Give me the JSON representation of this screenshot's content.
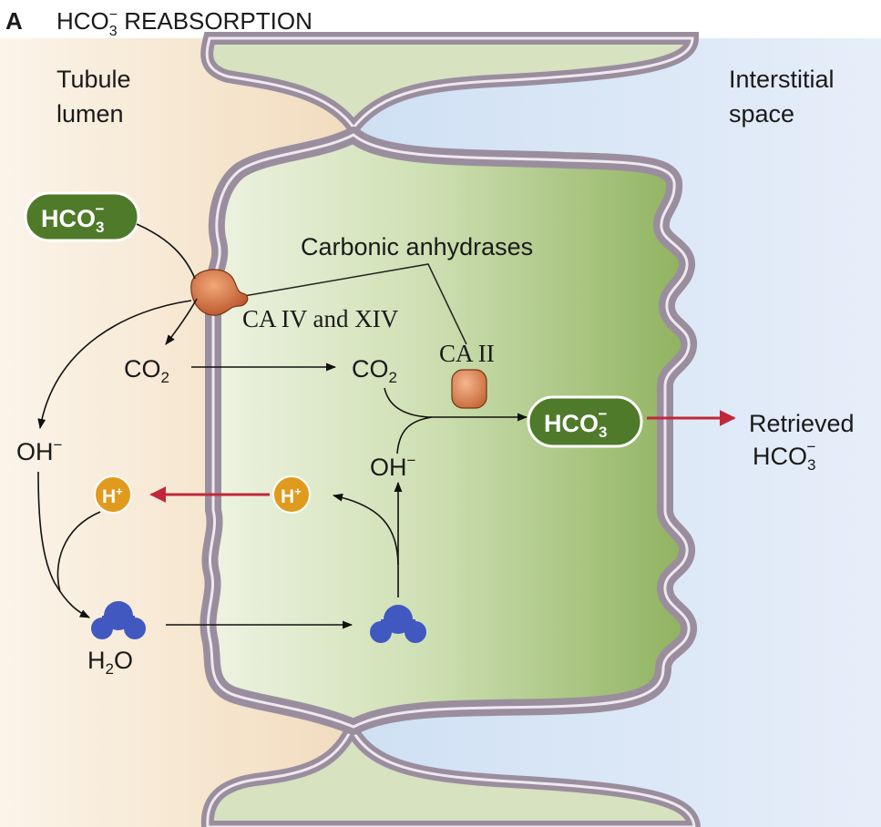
{
  "panel_letter": "A",
  "title": {
    "main": "HCO",
    "sub": "3",
    "sup": "−",
    "rest": " REABSORPTION"
  },
  "regions": {
    "lumen_line1": "Tubule",
    "lumen_line2": "lumen",
    "interstitial_line1": "Interstitial",
    "interstitial_line2": "space"
  },
  "enzymes": {
    "group_label": "Carbonic anhydrases",
    "membrane_label": "CA IV and  XIV",
    "cytosolic_label": "CA II"
  },
  "species": {
    "hco3_main": "HCO",
    "hco3_sub": "3",
    "hco3_sup": "−",
    "co2_main": "CO",
    "co2_sub": "2",
    "oh_main": "OH",
    "oh_sup": "−",
    "h_main": "H",
    "h_sup": "+",
    "water_main1": "H",
    "water_sub": "2",
    "water_main2": "O"
  },
  "retrieved": {
    "line1": "Retrieved",
    "line2_main": "HCO",
    "line2_sub": "3",
    "line2_sup": "−"
  },
  "colors": {
    "lumen_bg": "#f6e3c8",
    "interstitial_bg": "#dce8f6",
    "cell_fill": "#b7cf8e",
    "membrane": "#9a8e9e",
    "membrane_inner": "#efe8f0",
    "hco3_pill": "#4e7a2a",
    "proton": "#e09a1e",
    "water": "#4058c0",
    "enzyme": "#cc6a38",
    "red_arrow": "#c0283a"
  }
}
